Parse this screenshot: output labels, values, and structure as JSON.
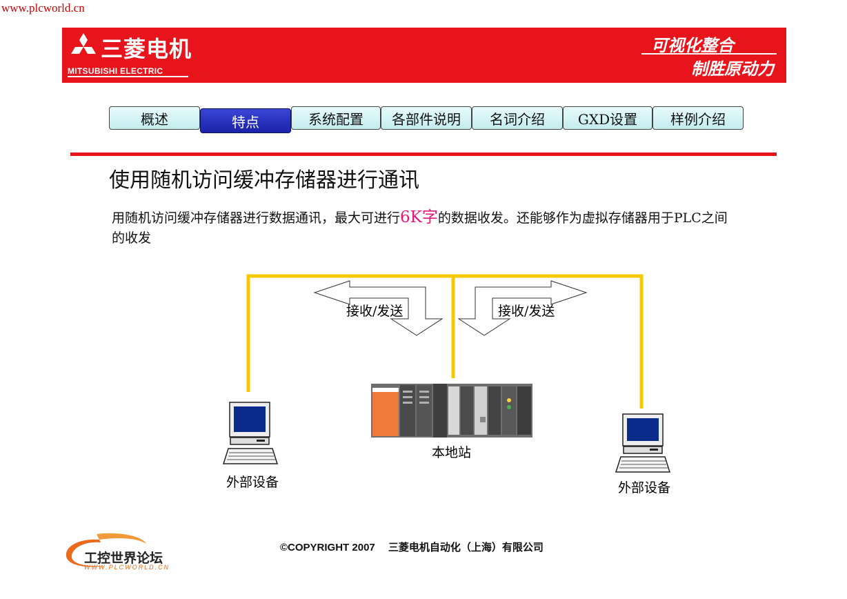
{
  "site_url": "www.plcworld.cn",
  "banner": {
    "brand_cn": "三菱电机",
    "brand_en": "MITSUBISHI ELECTRIC",
    "slogan_line1": "可视化整合",
    "slogan_line2": "制胜原动力",
    "color": "#e8141c"
  },
  "tabs": [
    {
      "label": "概述",
      "active": false
    },
    {
      "label": "特点",
      "active": true
    },
    {
      "label": "系统配置",
      "active": false
    },
    {
      "label": "各部件说明",
      "active": false
    },
    {
      "label": "名词介绍",
      "active": false
    },
    {
      "label": "GXD设置",
      "active": false
    },
    {
      "label": "样例介绍",
      "active": false
    }
  ],
  "title": "使用随机访问缓冲存储器进行通讯",
  "description": {
    "before": "用随机访问缓冲存储器进行数据通讯，最大可进行",
    "highlight": "6K字",
    "after": "的数据收发。还能够作为虚拟存储器用于PLC之间的收发",
    "highlight_color": "#e8147a"
  },
  "diagram": {
    "arrow_left_label": "接收/发送",
    "arrow_right_label": "接收/发送",
    "left_device_label": "外部设备",
    "right_device_label": "外部设备",
    "station_label": "本地站",
    "line_color": "#f5c800"
  },
  "footer": {
    "forum_name": "工控世界论坛",
    "forum_url": "WWW.PLCWORLD.CN",
    "copyright": "©COPYRIGHT 2007　 三菱电机自动化（上海）有限公司"
  }
}
